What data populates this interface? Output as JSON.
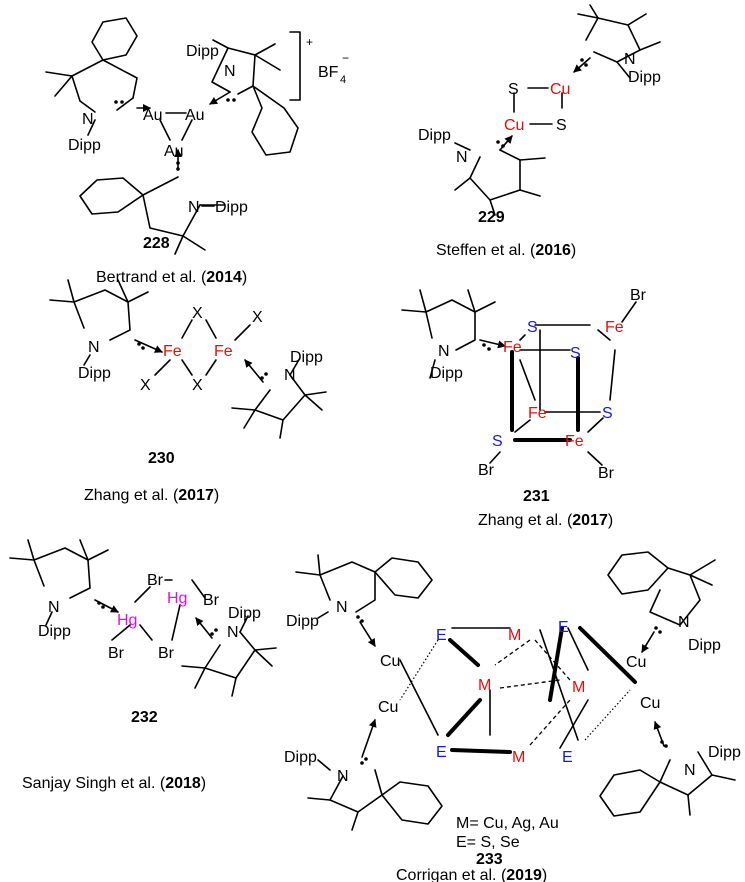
{
  "labels": {
    "dipp": "Dipp",
    "n": "N",
    "au": "Au",
    "cu": "Cu",
    "fe": "Fe",
    "s": "S",
    "x": "X",
    "br": "Br",
    "hg": "Hg",
    "m": "M",
    "e": "E",
    "bf4": "BF",
    "bf4_sub": "4",
    "bf4_sup": "−",
    "charge": "+"
  },
  "compounds": [
    {
      "number": "228",
      "caption_prefix": "Bertrand et al. (",
      "year": "2014",
      "caption_suffix": ")"
    },
    {
      "number": "229",
      "caption_prefix": "Steffen et al. (",
      "year": "2016",
      "caption_suffix": ")"
    },
    {
      "number": "230",
      "caption_prefix": "Zhang et al. (",
      "year": "2017",
      "caption_suffix": ")"
    },
    {
      "number": "231",
      "caption_prefix": "Zhang et al. (",
      "year": "2017",
      "caption_suffix": ")"
    },
    {
      "number": "232",
      "caption_prefix": "Sanjay Singh et al. (",
      "year": "2018",
      "caption_suffix": ")"
    },
    {
      "number": "233",
      "caption_prefix": "Corrigan et al. (",
      "year": "2019",
      "caption_suffix": ")"
    }
  ],
  "legend_233": [
    "M= Cu, Ag, Au",
    "E= S, Se"
  ],
  "colors": {
    "iron_sulfur_metal": "#e01010",
    "sulfur_group": "#1a1ad0",
    "mercury": "#e010e0"
  }
}
